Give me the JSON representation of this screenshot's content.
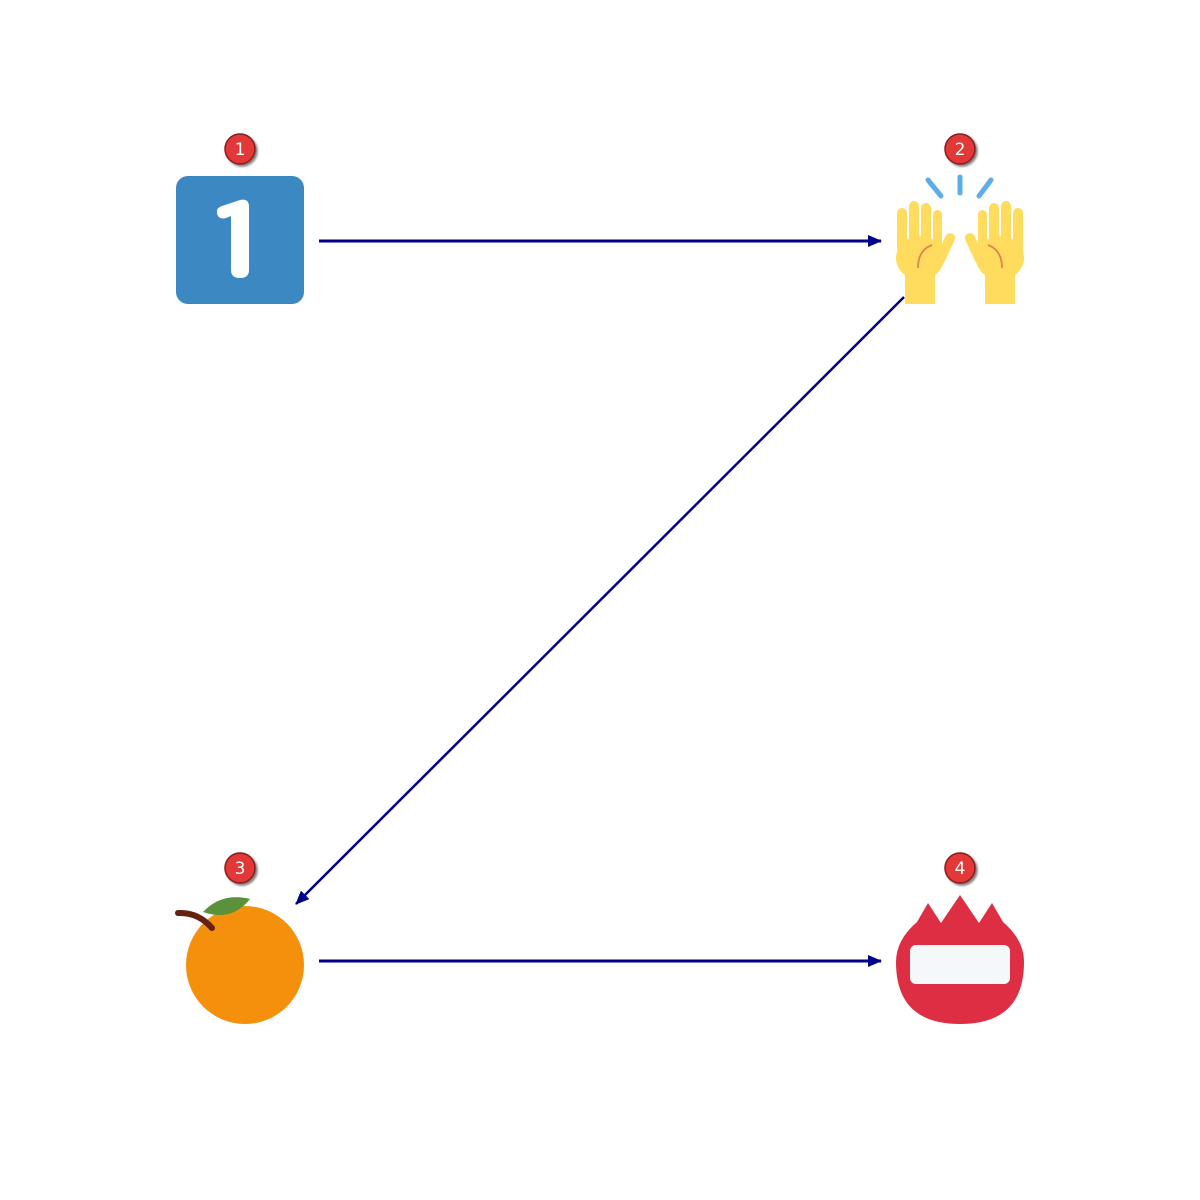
{
  "colors": {
    "arrow": "#00008b",
    "badge_fill": "#e23838",
    "badge_stroke": "#8b1a1a",
    "badge_text": "#ffffff"
  },
  "steps": [
    {
      "badge": "1",
      "icon": "keycap-digit-one-icon"
    },
    {
      "badge": "2",
      "icon": "raising-hands-icon"
    },
    {
      "badge": "3",
      "icon": "tangerine-icon"
    },
    {
      "badge": "4",
      "icon": "name-badge-icon"
    }
  ],
  "flow": [
    {
      "from": "1",
      "to": "2"
    },
    {
      "from": "2",
      "to": "3"
    },
    {
      "from": "3",
      "to": "4"
    }
  ]
}
